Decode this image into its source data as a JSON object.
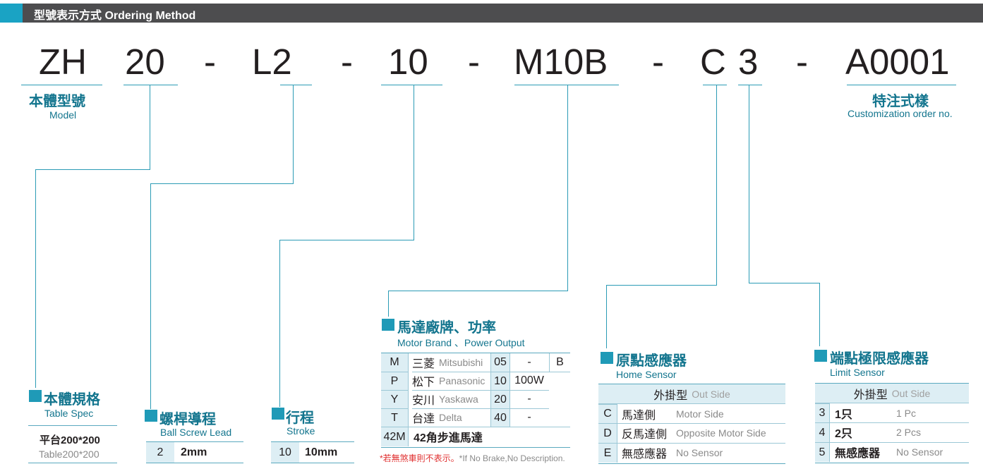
{
  "header": {
    "title": "型號表示方式 Ordering Method"
  },
  "code": {
    "zh": "ZH",
    "size": "20",
    "d1": "-",
    "lead": "L2",
    "d2": "-",
    "stroke": "10",
    "d3": "-",
    "motor": "M10B",
    "d4": "-",
    "home": "C",
    "limit": "3",
    "d5": "-",
    "custom": "A0001"
  },
  "model": {
    "cn": "本體型號",
    "en": "Model"
  },
  "customization": {
    "cn": "特注式樣",
    "en": "Customization order no."
  },
  "table_spec": {
    "cn": "本體規格",
    "en": "Table Spec",
    "value_cn": "平台200*200",
    "value_en": "Table200*200"
  },
  "ball_screw": {
    "cn": "螺桿導程",
    "en": "Ball Screw Lead",
    "code": "2",
    "value": "2mm"
  },
  "stroke": {
    "cn": "行程",
    "en": "Stroke",
    "code": "10",
    "value": "10mm"
  },
  "motor": {
    "cn": "馬達廠牌、功率",
    "en": "Motor Brand 、Power Output",
    "rows": [
      {
        "code": "M",
        "cn": "三菱",
        "en": "Mitsubishi",
        "pcode": "05",
        "pval": "-",
        "extra": "B"
      },
      {
        "code": "P",
        "cn": "松下",
        "en": "Panasonic",
        "pcode": "10",
        "pval": "100W",
        "extra": ""
      },
      {
        "code": "Y",
        "cn": "安川",
        "en": "Yaskawa",
        "pcode": "20",
        "pval": "-",
        "extra": ""
      },
      {
        "code": "T",
        "cn": "台達",
        "en": "Delta",
        "pcode": "40",
        "pval": "-",
        "extra": ""
      }
    ],
    "last_code": "42M",
    "last_text": "42角步進馬達",
    "note_cn": "*若無煞車則不表示。",
    "note_en": "*If No Brake,No Description."
  },
  "home_sensor": {
    "cn": "原點感應器",
    "en": "Home Sensor",
    "header_cn": "外掛型",
    "header_en": "Out Side",
    "rows": [
      {
        "code": "C",
        "cn": "馬達側",
        "en": "Motor Side"
      },
      {
        "code": "D",
        "cn": "反馬達側",
        "en": "Opposite Motor Side"
      },
      {
        "code": "E",
        "cn": "無感應器",
        "en": "No Sensor"
      }
    ]
  },
  "limit_sensor": {
    "cn": "端點極限感應器",
    "en": "Limit Sensor",
    "header_cn": "外掛型",
    "header_en": "Out Side",
    "rows": [
      {
        "code": "3",
        "cn": "1只",
        "en": "1 Pc"
      },
      {
        "code": "4",
        "cn": "2只",
        "en": "2 Pcs"
      },
      {
        "code": "5",
        "cn": "無感應器",
        "en": "No Sensor"
      }
    ]
  },
  "colors": {
    "teal": "#1b87a1",
    "header_bg": "#4d4d4f",
    "accent": "#1aa3c4",
    "label_bg": "#ddeef4"
  }
}
